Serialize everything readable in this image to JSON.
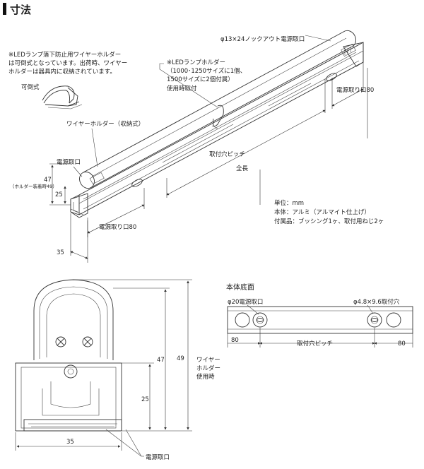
{
  "header": {
    "title": "寸法"
  },
  "iso": {
    "note_holder": [
      "※LEDランプ落下防止用ワイヤーホルダー",
      "は可倒式となっています。出荷時、ワイヤー",
      "ホルダーは器具内に収納されています。"
    ],
    "kadou_label": "可倒式",
    "wire_holder_label": "ワイヤーホルダー（収納式）",
    "knockout_label": "φ13×24ノックアウト電源取口",
    "led_holder_note": [
      "※LEDランプホルダー",
      "（1000･1250サイズに1個、",
      "1500サイズに2個付属）",
      "使用時取付"
    ],
    "power_inlet_right": "電源取り口80",
    "power_inlet_top": "電源取口",
    "pitch_label": "取付穴ピッチ",
    "length_label": "全長",
    "dim_47": "47",
    "dim_holder_49": "（ホルダー装着時49）",
    "dim_25": "25",
    "power_inlet_bottom": "電源取り口80",
    "dim_35": "35",
    "spec": [
      "単位：mm",
      "本体：アルミ（アルマイト仕上げ）",
      "付属品：ブッシング1ヶ、取付用ねじ2ヶ"
    ]
  },
  "bottom_view": {
    "title": "本体底面",
    "hole_power": "φ20電源取口",
    "hole_mount": "φ4.8×9.6取付穴",
    "dim_80_left": "80",
    "pitch": "取付穴ピッチ",
    "dim_80_right": "80"
  },
  "front_view": {
    "dim_49": "49",
    "wire_note": [
      "ワイヤー",
      "ホルダー",
      "使用時"
    ],
    "dim_47": "47",
    "dim_25": "25",
    "dim_35": "35",
    "power_label": "電源取口"
  }
}
